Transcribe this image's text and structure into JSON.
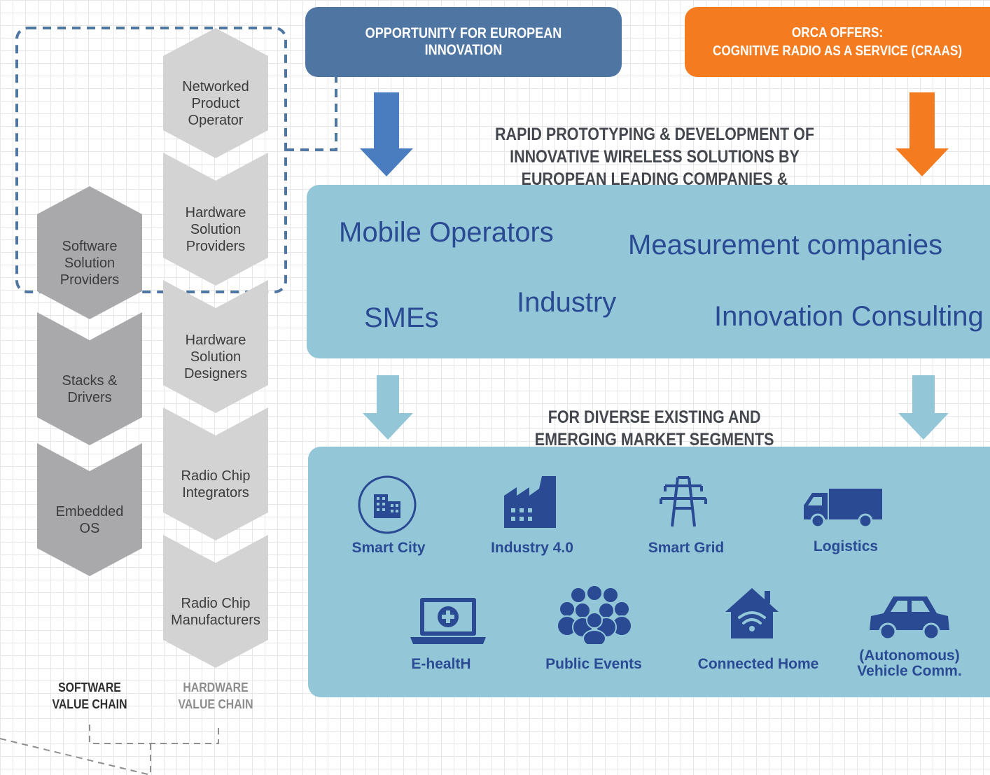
{
  "header": {
    "opportunity_box": "OPPORTUNITY FOR EUROPEAN INNOVATION",
    "orca_box": "ORCA OFFERS:\nCOGNITIVE RADIO AS A SERVICE (CRAAS)"
  },
  "headings": {
    "prototyping": "RAPID PROTOTYPING & DEVELOPMENT OF\nINNOVATIVE WIRELESS SOLUTIONS BY\nEUROPEAN LEADING COMPANIES & INNOVATORS",
    "market": "FOR DIVERSE EXISTING AND\nEMERGING MARKET SEGMENTS"
  },
  "actors": [
    "Mobile Operators",
    "Measurement companies",
    "SMEs",
    "Industry",
    "Innovation Consulting"
  ],
  "software_chain": {
    "items": [
      "Software\nSolution\nProviders",
      "Stacks &\nDrivers",
      "Embedded\nOS"
    ],
    "label": "SOFTWARE\nVALUE CHAIN"
  },
  "hardware_chain": {
    "items": [
      "Networked\nProduct\nOperator",
      "Hardware\nSolution\nProviders",
      "Hardware\nSolution\nDesigners",
      "Radio Chip\nIntegrators",
      "Radio Chip\nManufacturers"
    ],
    "label": "HARDWARE\nVALUE CHAIN"
  },
  "segments": [
    {
      "label": "Smart City",
      "icon": "smart-city-icon"
    },
    {
      "label": "Industry 4.0",
      "icon": "factory-icon"
    },
    {
      "label": "Smart Grid",
      "icon": "power-tower-icon"
    },
    {
      "label": "Logistics",
      "icon": "truck-icon"
    },
    {
      "label": "E-healtH",
      "icon": "laptop-medical-icon"
    },
    {
      "label": "Public Events",
      "icon": "crowd-icon"
    },
    {
      "label": "Connected Home",
      "icon": "wifi-home-icon"
    },
    {
      "label": "(Autonomous)\nVehicle Comm.",
      "icon": "car-icon"
    }
  ],
  "colors": {
    "blue_box": "#4f76a2",
    "orange": "#f47b20",
    "panel": "#93c7d8",
    "text_blue": "#2a4a93",
    "sw_chevron": "#a9a9ac",
    "hw_chevron": "#d3d3d4"
  }
}
